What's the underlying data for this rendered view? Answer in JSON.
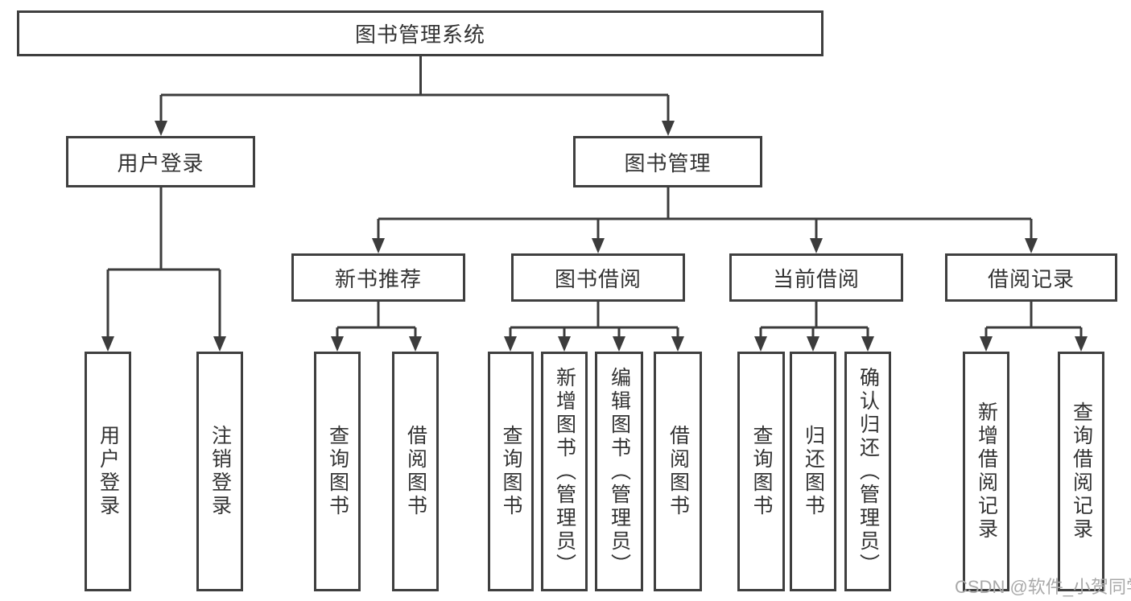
{
  "tree": {
    "root": {
      "label": "图书管理系统"
    },
    "children": [
      {
        "label": "用户登录",
        "children": [
          {
            "label": "用户登录"
          },
          {
            "label": "注销登录"
          }
        ]
      },
      {
        "label": "图书管理",
        "children": [
          {
            "label": "新书推荐",
            "children": [
              {
                "label": "查询图书"
              },
              {
                "label": "借阅图书"
              }
            ]
          },
          {
            "label": "图书借阅",
            "children": [
              {
                "label": "查询图书"
              },
              {
                "label": "新增图书（管理员）"
              },
              {
                "label": "编辑图书（管理员）"
              },
              {
                "label": "借阅图书"
              }
            ]
          },
          {
            "label": "当前借阅",
            "children": [
              {
                "label": "查询图书"
              },
              {
                "label": "归还图书"
              },
              {
                "label": "确认归还（管理员）"
              }
            ]
          },
          {
            "label": "借阅记录",
            "children": [
              {
                "label": "新增借阅记录"
              },
              {
                "label": "查询借阅记录"
              }
            ]
          }
        ]
      }
    ]
  },
  "watermark": {
    "text": "CSDN @软件_小贺同学"
  },
  "colors": {
    "line": "#3c3c3c",
    "border": "#3f3f3f",
    "text": "#333333",
    "watermark": "#a9a9a9"
  }
}
